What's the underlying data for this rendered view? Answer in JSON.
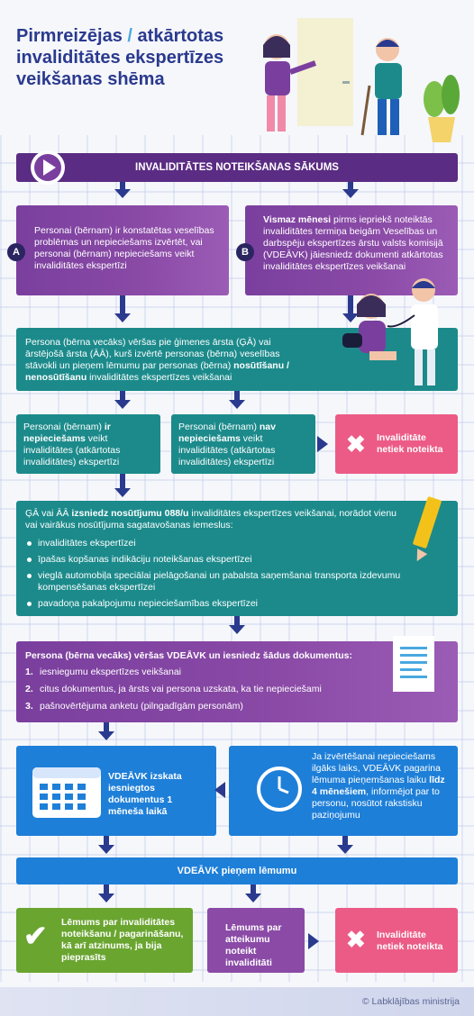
{
  "title": {
    "line1_a": "Pirmreizējas",
    "slash": "/",
    "line1_b": "atkārtotas",
    "line2": "invaliditātes ekspertīzes",
    "line3": "veikšanas shēma"
  },
  "start": {
    "label": "INVALIDITĀTES NOTEIKŠANAS SĀKUMS"
  },
  "branch_a": {
    "letter": "A",
    "text": "Personai (bērnam) ir konstatētas veselības problēmas un nepieciešams izvērtēt, vai personai (bērnam) nepieciešams veikt invaliditātes ekspertīzi"
  },
  "branch_b": {
    "letter": "B",
    "bold": "Vismaz mēnesi",
    "text": " pirms iepriekš noteiktās invaliditātes termiņa beigām Veselības un darbspēju ekspertīzes ārstu valsts komisijā (VDEĀVK) jāiesniedz dokumenti atkārtotas invaliditātes ekspertīzes veikšanai"
  },
  "doctor_step": {
    "text_a": "Persona (bērna vecāks) vēršas pie ģimenes ārsta (ĢĀ) vai ārstējošā ārsta (ĀĀ), kurš izvērtē personas (bērna) veselības stāvokli un pieņem lēmumu par personas (bērna) ",
    "bold": "nosūtīšanu / nenosūtīšanu",
    "text_b": " invaliditātes ekspertīzes veikšanai"
  },
  "outcome_yes": {
    "text_a": "Personai (bērnam) ",
    "bold": "ir nepieciešams",
    "text_b": " veikt invaliditātes (atkārtotas invaliditātes) ekspertīzi"
  },
  "outcome_no": {
    "text_a": "Personai (bērnam) ",
    "bold": "nav nepieciešams",
    "text_b": " veikt invaliditātes (atkārtotas invaliditātes) ekspertīzi"
  },
  "not_determined_1": {
    "text": "Invaliditāte netiek noteikta"
  },
  "referral": {
    "text_a": "ĢĀ vai ĀĀ ",
    "bold": "izsniedz nosūtījumu 088/u",
    "text_b": " invaliditātes ekspertīzes veikšanai, norādot vienu vai vairākus nosūtījuma sagatavošanas iemeslus:",
    "items": [
      "invaliditātes ekspertīzei",
      "īpašas kopšanas indikāciju noteikšanas ekspertīzei",
      "vieglā automobiļa speciālai pielāgošanai un pabalsta saņemšanai transporta izdevumu kompensēšanas ekspertīzei",
      "pavadoņa pakalpojumu nepieciešamības ekspertīzei"
    ]
  },
  "documents": {
    "bold": "Persona (bērna vecāks) vēršas VDEĀVK un iesniedz šādus dokumentus:",
    "items": [
      {
        "num": "1.",
        "text": "iesniegumu ekspertīzes veikšanai"
      },
      {
        "num": "2.",
        "text": "citus dokumentus, ja ārsts vai persona uzskata, ka tie nepieciešami"
      },
      {
        "num": "3.",
        "text": "pašnovērtējuma anketu (pilngadīgām personām)"
      }
    ]
  },
  "review": {
    "text": "VDEĀVK izskata iesniegtos dokumentus 1 mēneša laikā"
  },
  "extension": {
    "text_a": "Ja izvērtēšanai nepieciešams ilgāks laiks, VDEĀVK pagarina lēmuma pieņemšanas laiku ",
    "bold": "līdz 4 mēnešiem",
    "text_b": ", informējot par to personu, nosūtot rakstisku paziņojumu"
  },
  "decision": {
    "label": "VDEĀVK pieņem lēmumu"
  },
  "final_yes": {
    "text": "Lēmums par invaliditātes noteikšanu / pagarināšanu, kā arī atzinums, ja bija pieprasīts"
  },
  "final_refuse": {
    "text": "Lēmums par atteikumu noteikt invaliditāti"
  },
  "not_determined_2": {
    "text": "Invaliditāte netiek noteikta"
  },
  "footer": {
    "text": "© Labklājības ministrija"
  },
  "colors": {
    "navy": "#2a3a8e",
    "purple_dark": "#5b2c83",
    "purple": "#8a4aa6",
    "teal": "#1c8a8b",
    "pink": "#ec5b86",
    "blue": "#1e7fd8",
    "green": "#6aa530"
  }
}
